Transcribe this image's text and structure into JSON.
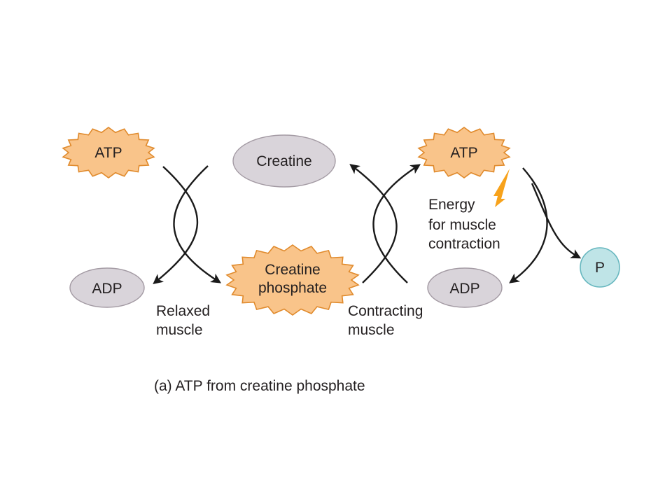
{
  "nodes": {
    "atp_left": "ATP",
    "creatine": "Creatine",
    "atp_right": "ATP",
    "adp_left": "ADP",
    "creatine_phosphate_line1": "Creatine",
    "creatine_phosphate_line2": "phosphate",
    "adp_right": "ADP",
    "phosphate": "P"
  },
  "labels": {
    "relaxed_line1": "Relaxed",
    "relaxed_line2": "muscle",
    "contracting_line1": "Contracting",
    "contracting_line2": "muscle",
    "energy_line1": "Energy",
    "energy_line2": "for muscle",
    "energy_line3": "contraction"
  },
  "caption": "(a) ATP from creatine phosphate",
  "colors": {
    "atp_fill": "#f9c48a",
    "atp_stroke": "#e08a2c",
    "gray_fill": "#d9d4da",
    "gray_stroke": "#a39aa3",
    "phosphate_fill": "#bfe4e7",
    "phosphate_stroke": "#67b7bf",
    "energy_arrow": "#f7a21b",
    "text": "#231f20"
  }
}
